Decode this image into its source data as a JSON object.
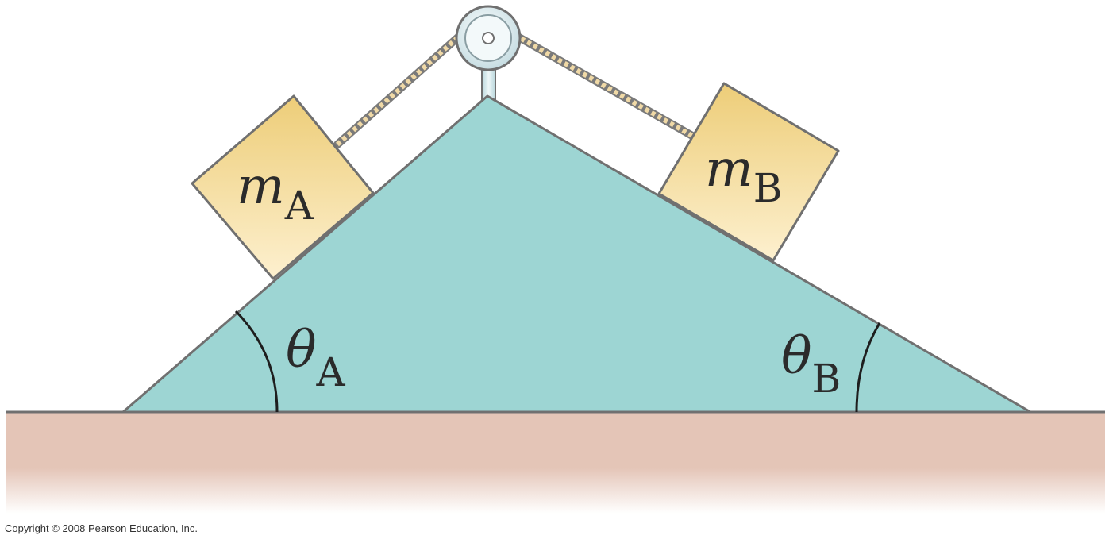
{
  "labels": {
    "mass_a": {
      "symbol": "m",
      "subscript": "A"
    },
    "mass_b": {
      "symbol": "m",
      "subscript": "B"
    },
    "angle_a": {
      "symbol": "θ",
      "subscript": "A"
    },
    "angle_b": {
      "symbol": "θ",
      "subscript": "B"
    }
  },
  "copyright": "Copyright © 2008 Pearson Education, Inc.",
  "colors": {
    "incline": "#9dd5d3",
    "ground": "#e4c5b7",
    "block": "#f1d58a",
    "outline": "#707070",
    "rope": "#cfa85c"
  }
}
